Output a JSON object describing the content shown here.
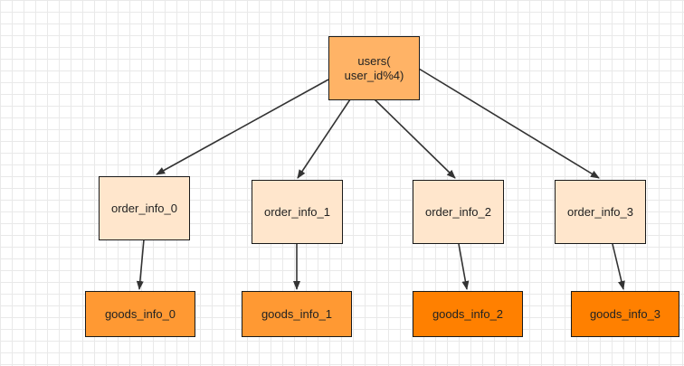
{
  "diagram": {
    "root": {
      "label": "users(\nuser_id%4)",
      "fill": "#ffb366"
    },
    "orders": [
      {
        "label": "order_info_0",
        "fill": "#ffe6cc"
      },
      {
        "label": "order_info_1",
        "fill": "#ffe6cc"
      },
      {
        "label": "order_info_2",
        "fill": "#ffe6cc"
      },
      {
        "label": "order_info_3",
        "fill": "#ffe6cc"
      }
    ],
    "goods": [
      {
        "label": "goods_info_0",
        "fill": "#ff9933"
      },
      {
        "label": "goods_info_1",
        "fill": "#ff9933"
      },
      {
        "label": "goods_info_2",
        "fill": "#ff8000"
      },
      {
        "label": "goods_info_3",
        "fill": "#ff8000"
      }
    ],
    "edge_color": "#333333",
    "grid_color": "#e9e9e9"
  }
}
